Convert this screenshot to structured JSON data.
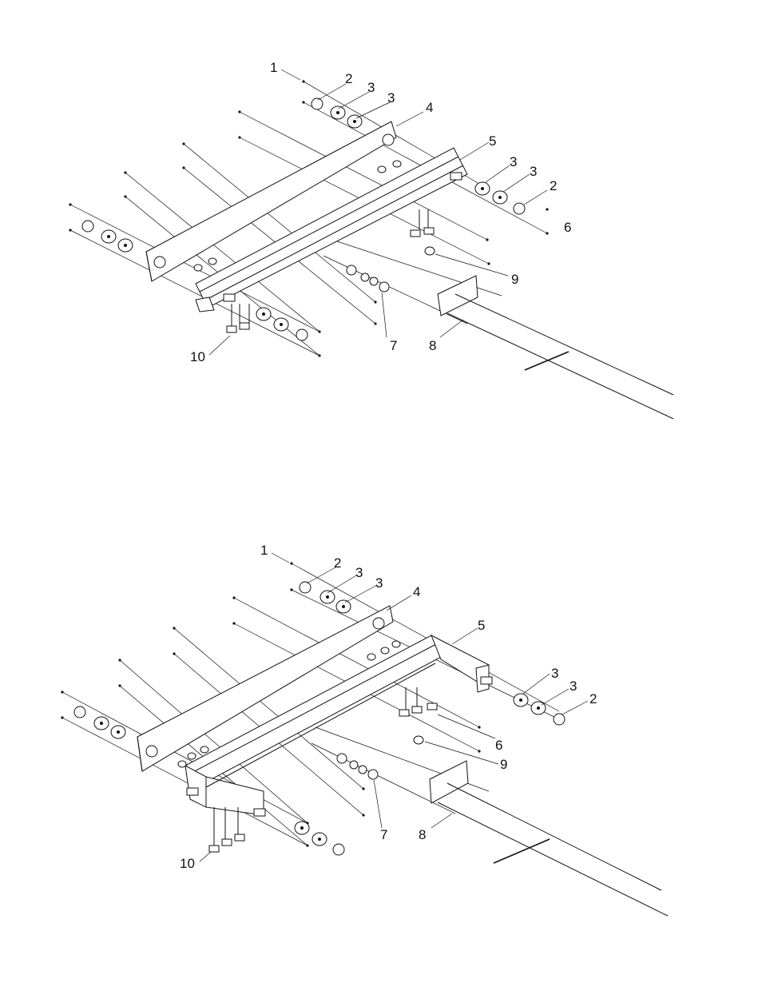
{
  "figures": [
    {
      "id": "top-assembly",
      "callouts": [
        "1",
        "2",
        "3",
        "3",
        "4",
        "5",
        "3",
        "3",
        "2",
        "6",
        "9",
        "7",
        "8",
        "10"
      ]
    },
    {
      "id": "bottom-assembly",
      "callouts": [
        "1",
        "2",
        "3",
        "3",
        "4",
        "5",
        "3",
        "3",
        "2",
        "6",
        "9",
        "7",
        "8",
        "10"
      ]
    }
  ]
}
